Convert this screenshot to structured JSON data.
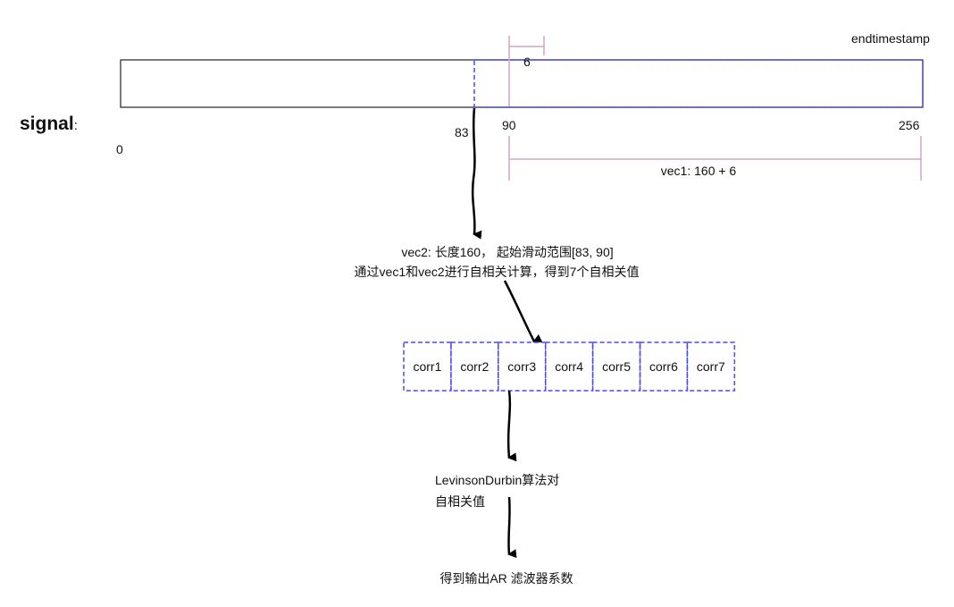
{
  "signal_label": "signal",
  "signal_colon": ":",
  "labels": {
    "zero": "0",
    "start_83": "83",
    "start_90": "90",
    "end_256": "256",
    "offset_6": "6",
    "endtimestamp": "endtimestamp",
    "vec1": "vec1: 160 + 6"
  },
  "step1": {
    "line1": "vec2: 长度160， 起始滑动范围[83, 90]",
    "line2": "通过vec1和vec2进行自相关计算，得到7个自相关值"
  },
  "corr_cells": [
    "corr1",
    "corr2",
    "corr3",
    "corr4",
    "corr5",
    "corr6",
    "corr7"
  ],
  "step2": {
    "line1": "LevinsonDurbin算法对",
    "line2": "自相关值"
  },
  "step3": "得到输出AR 滤波器系数",
  "colors": {
    "bracket": "#d4a5c4",
    "window": "#4a4af0",
    "arrow": "#000000"
  }
}
